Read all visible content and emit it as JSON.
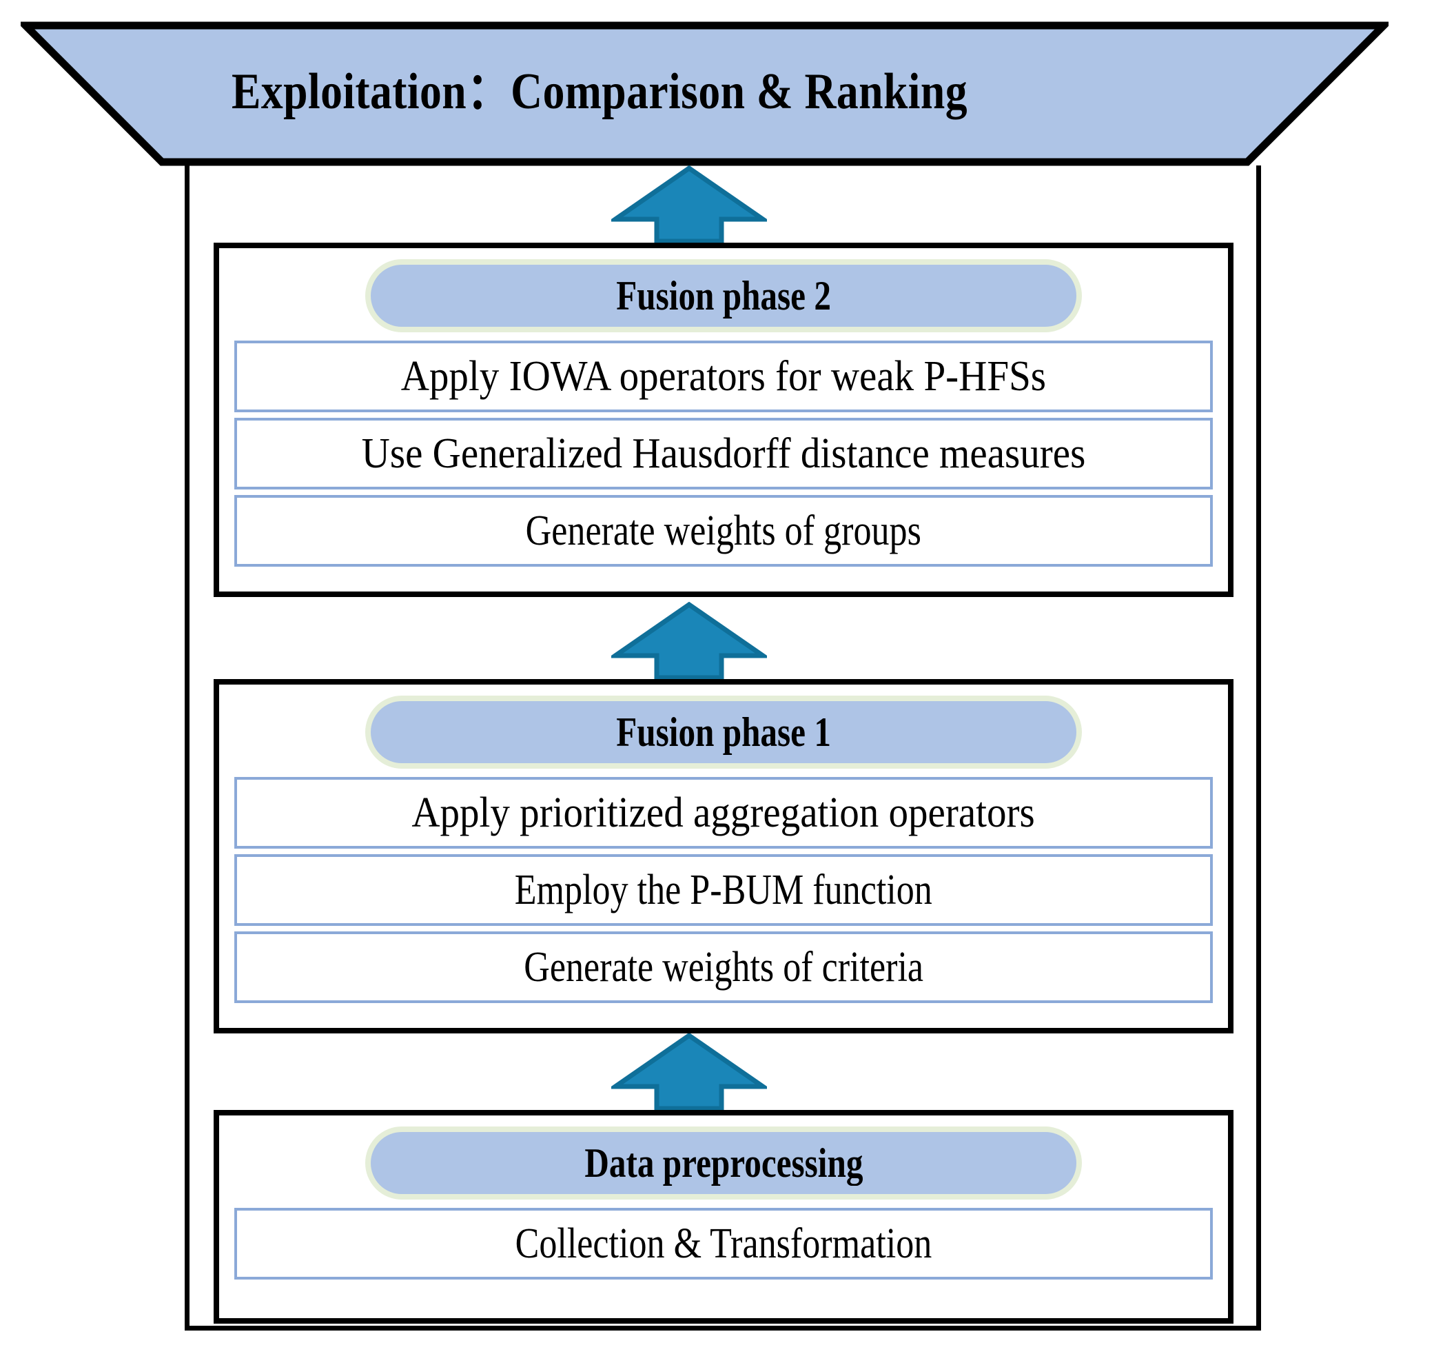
{
  "banner": {
    "title": "Exploitation：Comparison & Ranking",
    "fill_color": "#aec4e6",
    "stroke_color": "#000000"
  },
  "colors": {
    "pill_fill": "#aec4e6",
    "pill_border": "#e5eed8",
    "row_border": "#8ba9d8",
    "arrow_fill": "#1a86b8",
    "arrow_stroke": "#0f6f99",
    "frame": "#000000"
  },
  "arrows": [
    {
      "name": "arrow-to-exploitation",
      "direction": "up"
    },
    {
      "name": "arrow-phase1-to-phase2",
      "direction": "up"
    },
    {
      "name": "arrow-preprocessing-to-phase1",
      "direction": "up"
    }
  ],
  "phases": [
    {
      "id": "phase-2",
      "title": "Fusion phase 2",
      "rows": [
        {
          "label": "Apply IOWA operators for weak P-HFSs",
          "wide": true
        },
        {
          "label": "Use Generalized Hausdorff distance measures",
          "wide": true
        },
        {
          "label": "Generate weights of groups",
          "wide": false
        }
      ]
    },
    {
      "id": "phase-1",
      "title": "Fusion phase 1",
      "rows": [
        {
          "label": "Apply prioritized aggregation operators",
          "wide": true
        },
        {
          "label": "Employ the P-BUM function",
          "wide": false
        },
        {
          "label": "Generate weights of criteria",
          "wide": false
        }
      ]
    },
    {
      "id": "phase-0",
      "title": "Data preprocessing",
      "rows": [
        {
          "label": "Collection & Transformation",
          "wide": false
        }
      ]
    }
  ]
}
